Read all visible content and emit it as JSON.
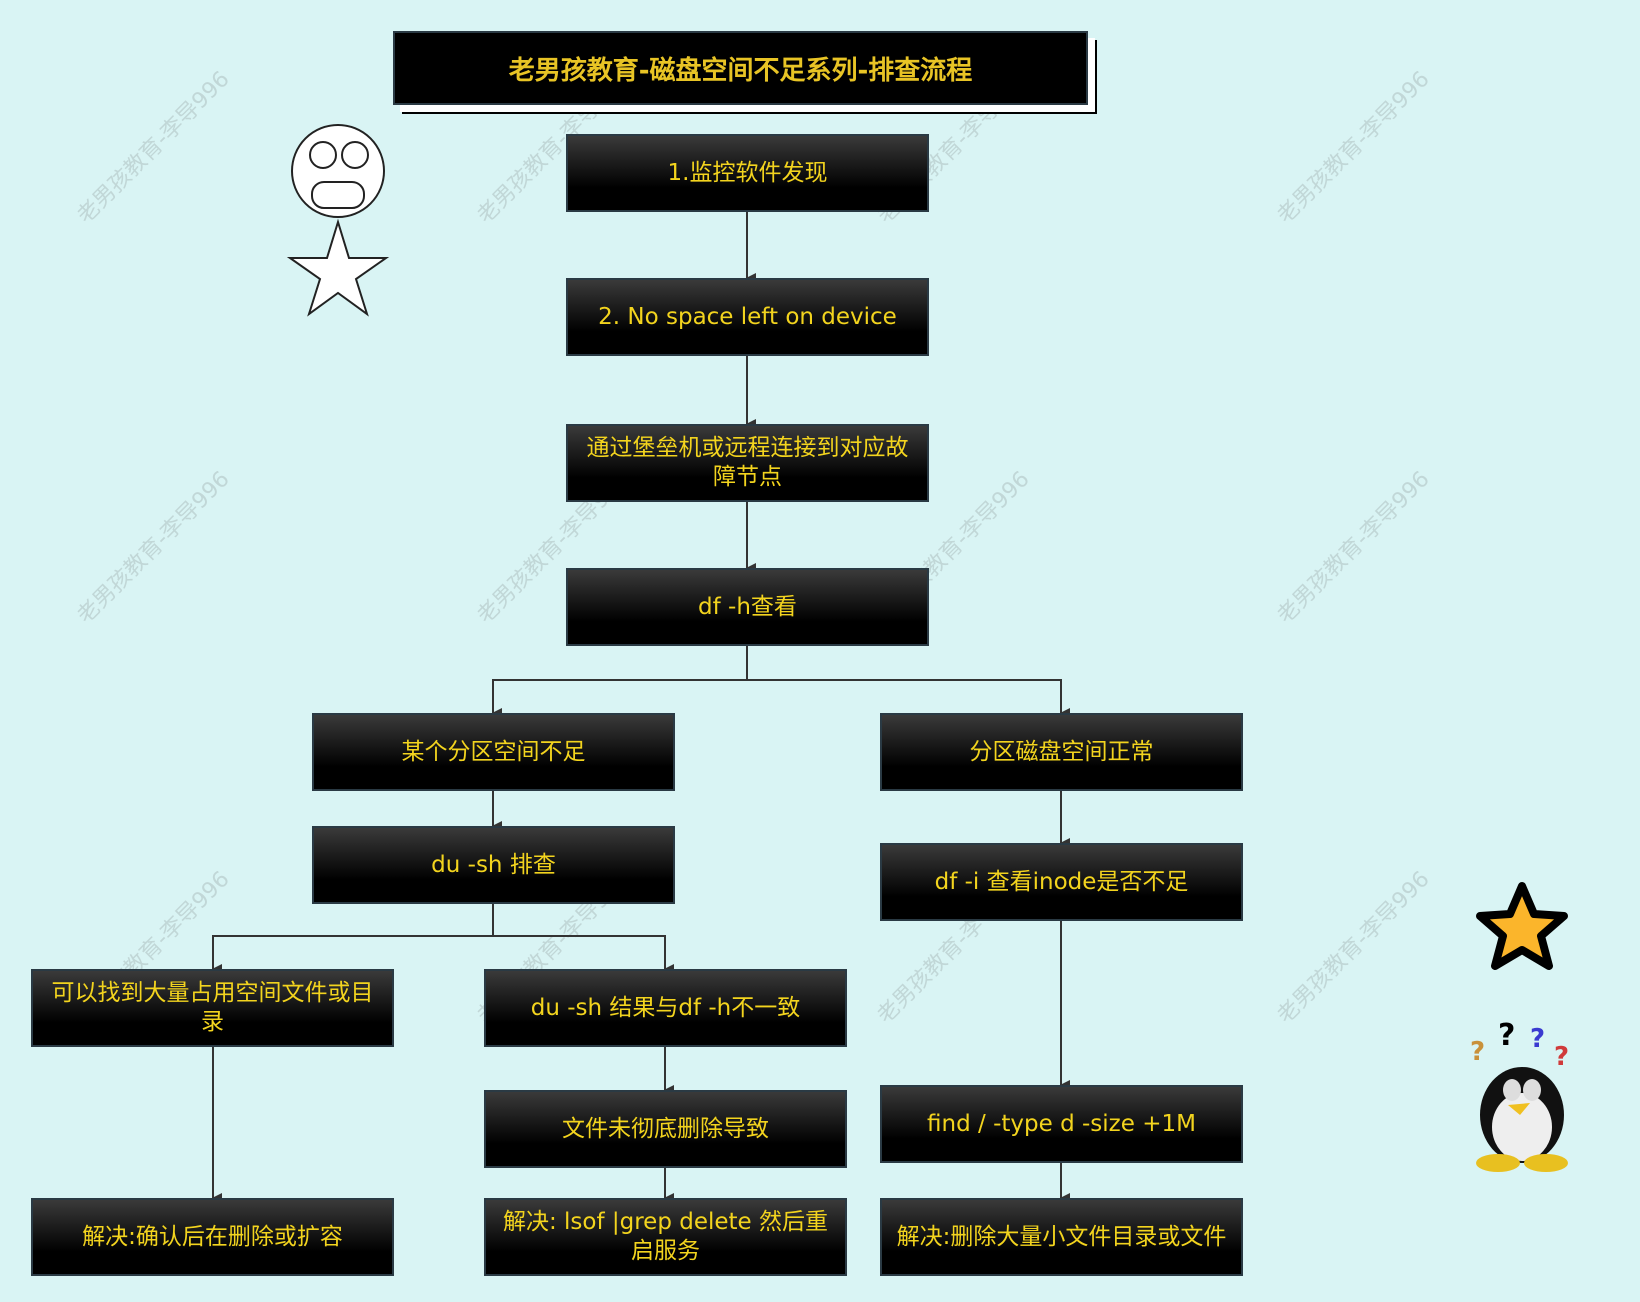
{
  "title": "老男孩教育-磁盘空间不足系列-排查流程",
  "watermark": "老男孩教育-李导996",
  "nodes": {
    "n1": "1.监控软件发现",
    "n2": "2. No space left on device",
    "n3": "通过堡垒机或远程连接到对应故障节点",
    "n4": "df -h查看",
    "left1": "某个分区空间不足",
    "left2": "du -sh 排查",
    "ll1": "可以找到大量占用空间文件或目录",
    "ll2": "解决:确认后在删除或扩容",
    "lm1": "du -sh 结果与df -h不一致",
    "lm2": "文件未彻底删除导致",
    "lm3": "解决: lsof |grep delete 然后重启服务",
    "right1": "分区磁盘空间正常",
    "right2": "df -i 查看inode是否不足",
    "right3": "find / -type d  -size +1M",
    "right4": "解决:删除大量小文件目录或文件"
  },
  "colors": {
    "background": "#d9f4f4",
    "text": "#f3d41e",
    "star": "#fbb52b"
  }
}
